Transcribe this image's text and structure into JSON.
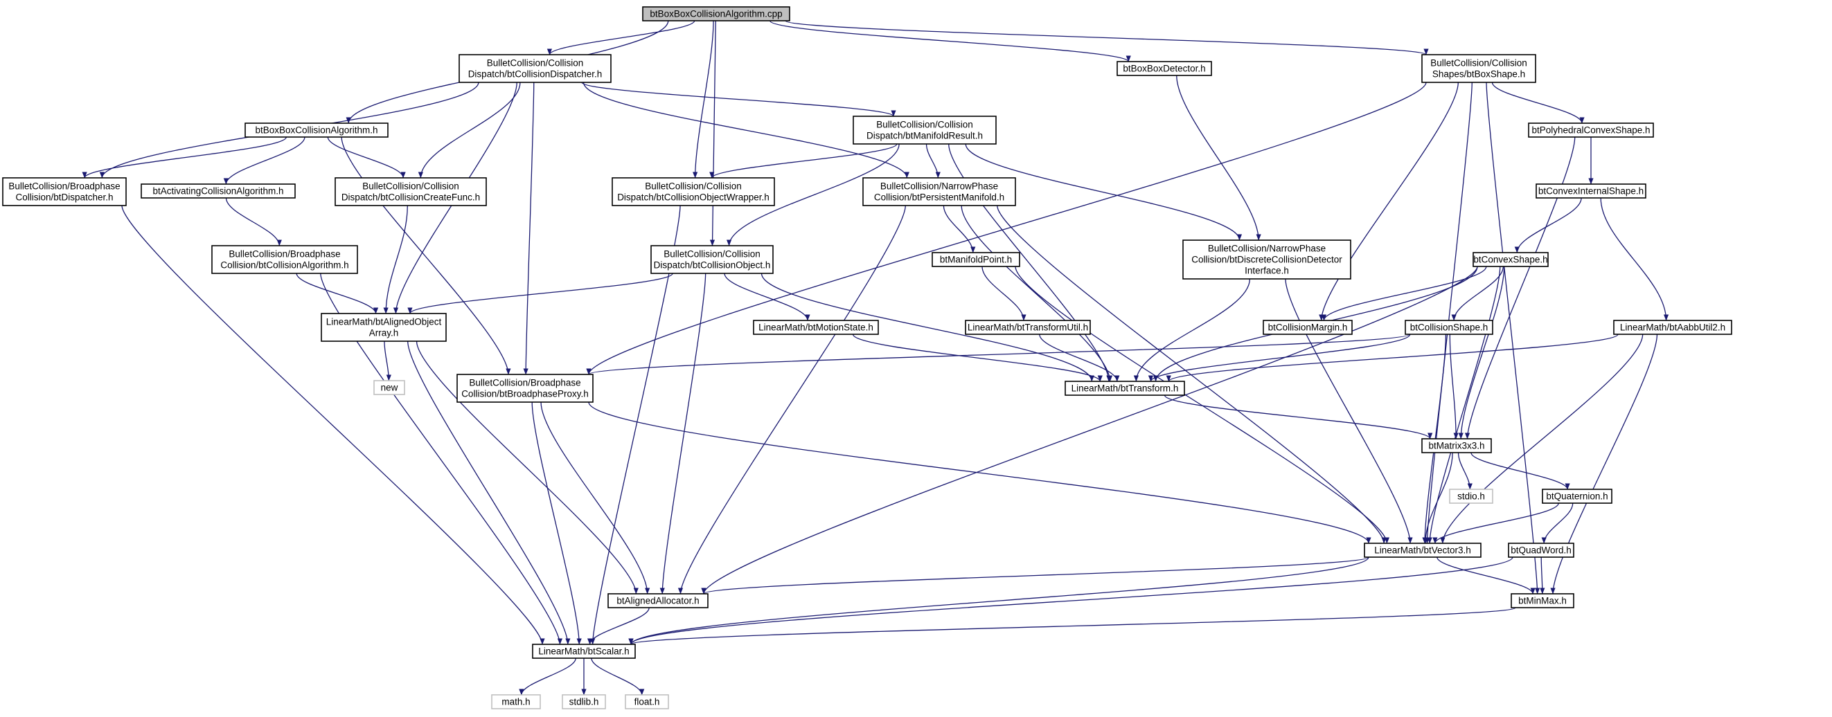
{
  "diagram_type": "include dependency graph",
  "colors": {
    "edge": "#191970",
    "node_border": "#000000",
    "system_header_border": "#bfbfbf",
    "root_fill": "#bfbfbf",
    "background": "#ffffff"
  },
  "nodes": [
    {
      "id": "root",
      "lines": [
        "btBoxBoxCollisionAlgorithm.cpp"
      ],
      "kind": "root"
    },
    {
      "id": "dispatcherH",
      "lines": [
        "BulletCollision/Collision",
        "Dispatch/btCollisionDispatcher.h"
      ]
    },
    {
      "id": "boxBoxDetector",
      "lines": [
        "btBoxBoxDetector.h"
      ]
    },
    {
      "id": "boxShape",
      "lines": [
        "BulletCollision/Collision",
        "Shapes/btBoxShape.h"
      ]
    },
    {
      "id": "boxBoxAlgH",
      "lines": [
        "btBoxBoxCollisionAlgorithm.h"
      ]
    },
    {
      "id": "manifoldResult",
      "lines": [
        "BulletCollision/Collision",
        "Dispatch/btManifoldResult.h"
      ]
    },
    {
      "id": "polyhedral",
      "lines": [
        "btPolyhedralConvexShape.h"
      ]
    },
    {
      "id": "bpDispatcher",
      "lines": [
        "BulletCollision/Broadphase",
        "Collision/btDispatcher.h"
      ]
    },
    {
      "id": "activating",
      "lines": [
        "btActivatingCollisionAlgorithm.h"
      ]
    },
    {
      "id": "createFunc",
      "lines": [
        "BulletCollision/Collision",
        "Dispatch/btCollisionCreateFunc.h"
      ]
    },
    {
      "id": "objWrapper",
      "lines": [
        "BulletCollision/Collision",
        "Dispatch/btCollisionObjectWrapper.h"
      ]
    },
    {
      "id": "persistentManifold",
      "lines": [
        "BulletCollision/NarrowPhase",
        "Collision/btPersistentManifold.h"
      ]
    },
    {
      "id": "convexInternal",
      "lines": [
        "btConvexInternalShape.h"
      ]
    },
    {
      "id": "collAlgorithm",
      "lines": [
        "BulletCollision/Broadphase",
        "Collision/btCollisionAlgorithm.h"
      ]
    },
    {
      "id": "collObject",
      "lines": [
        "BulletCollision/Collision",
        "Dispatch/btCollisionObject.h"
      ]
    },
    {
      "id": "manifoldPoint",
      "lines": [
        "btManifoldPoint.h"
      ]
    },
    {
      "id": "discreteDetector",
      "lines": [
        "BulletCollision/NarrowPhase",
        "Collision/btDiscreteCollisionDetector",
        "Interface.h"
      ]
    },
    {
      "id": "convexShape",
      "lines": [
        "btConvexShape.h"
      ]
    },
    {
      "id": "alignedArray",
      "lines": [
        "LinearMath/btAlignedObject",
        "Array.h"
      ]
    },
    {
      "id": "motionState",
      "lines": [
        "LinearMath/btMotionState.h"
      ]
    },
    {
      "id": "transformUtil",
      "lines": [
        "LinearMath/btTransformUtil.h"
      ]
    },
    {
      "id": "collMargin",
      "lines": [
        "btCollisionMargin.h"
      ]
    },
    {
      "id": "collShape",
      "lines": [
        "btCollisionShape.h"
      ]
    },
    {
      "id": "aabbUtil",
      "lines": [
        "LinearMath/btAabbUtil2.h"
      ]
    },
    {
      "id": "newH",
      "lines": [
        "new"
      ],
      "kind": "sys"
    },
    {
      "id": "bpProxy",
      "lines": [
        "BulletCollision/Broadphase",
        "Collision/btBroadphaseProxy.h"
      ]
    },
    {
      "id": "transform",
      "lines": [
        "LinearMath/btTransform.h"
      ]
    },
    {
      "id": "matrix3x3",
      "lines": [
        "btMatrix3x3.h"
      ]
    },
    {
      "id": "stdio",
      "lines": [
        "stdio.h"
      ],
      "kind": "sys"
    },
    {
      "id": "quaternion",
      "lines": [
        "btQuaternion.h"
      ]
    },
    {
      "id": "vector3",
      "lines": [
        "LinearMath/btVector3.h"
      ]
    },
    {
      "id": "quadWord",
      "lines": [
        "btQuadWord.h"
      ]
    },
    {
      "id": "alignedAllocator",
      "lines": [
        "btAlignedAllocator.h"
      ]
    },
    {
      "id": "minMax",
      "lines": [
        "btMinMax.h"
      ]
    },
    {
      "id": "scalar",
      "lines": [
        "LinearMath/btScalar.h"
      ]
    },
    {
      "id": "mathH",
      "lines": [
        "math.h"
      ],
      "kind": "sys"
    },
    {
      "id": "stdlib",
      "lines": [
        "stdlib.h"
      ],
      "kind": "sys"
    },
    {
      "id": "floatH",
      "lines": [
        "float.h"
      ],
      "kind": "sys"
    }
  ],
  "edges": [
    [
      "root",
      "dispatcherH"
    ],
    [
      "root",
      "boxBoxDetector"
    ],
    [
      "root",
      "boxShape"
    ],
    [
      "root",
      "boxBoxAlgH"
    ],
    [
      "root",
      "objWrapper"
    ],
    [
      "root",
      "collObject"
    ],
    [
      "dispatcherH",
      "bpDispatcher"
    ],
    [
      "dispatcherH",
      "createFunc"
    ],
    [
      "dispatcherH",
      "alignedArray"
    ],
    [
      "dispatcherH",
      "bpProxy"
    ],
    [
      "dispatcherH",
      "manifoldResult"
    ],
    [
      "dispatcherH",
      "persistentManifold"
    ],
    [
      "boxBoxAlgH",
      "bpDispatcher"
    ],
    [
      "boxBoxAlgH",
      "activating"
    ],
    [
      "boxBoxAlgH",
      "createFunc"
    ],
    [
      "boxBoxAlgH",
      "bpProxy"
    ],
    [
      "bpDispatcher",
      "scalar"
    ],
    [
      "activating",
      "collAlgorithm"
    ],
    [
      "collAlgorithm",
      "alignedArray"
    ],
    [
      "collAlgorithm",
      "scalar"
    ],
    [
      "createFunc",
      "alignedArray"
    ],
    [
      "objWrapper",
      "scalar"
    ],
    [
      "manifoldResult",
      "objWrapper"
    ],
    [
      "manifoldResult",
      "persistentManifold"
    ],
    [
      "manifoldResult",
      "collObject"
    ],
    [
      "manifoldResult",
      "discreteDetector"
    ],
    [
      "manifoldResult",
      "transform"
    ],
    [
      "persistentManifold",
      "manifoldPoint"
    ],
    [
      "persistentManifold",
      "transform"
    ],
    [
      "persistentManifold",
      "vector3"
    ],
    [
      "persistentManifold",
      "alignedAllocator"
    ],
    [
      "collObject",
      "alignedArray"
    ],
    [
      "collObject",
      "motionState"
    ],
    [
      "collObject",
      "alignedAllocator"
    ],
    [
      "collObject",
      "transform"
    ],
    [
      "manifoldPoint",
      "transformUtil"
    ],
    [
      "manifoldPoint",
      "vector3"
    ],
    [
      "transformUtil",
      "transform"
    ],
    [
      "motionState",
      "transform"
    ],
    [
      "boxBoxDetector",
      "discreteDetector"
    ],
    [
      "discreteDetector",
      "transform"
    ],
    [
      "discreteDetector",
      "vector3"
    ],
    [
      "boxShape",
      "bpProxy"
    ],
    [
      "boxShape",
      "collMargin"
    ],
    [
      "boxShape",
      "polyhedral"
    ],
    [
      "boxShape",
      "vector3"
    ],
    [
      "boxShape",
      "minMax"
    ],
    [
      "polyhedral",
      "convexInternal"
    ],
    [
      "polyhedral",
      "matrix3x3"
    ],
    [
      "convexInternal",
      "convexShape"
    ],
    [
      "convexInternal",
      "aabbUtil"
    ],
    [
      "convexShape",
      "collShape"
    ],
    [
      "convexShape",
      "collMargin"
    ],
    [
      "convexShape",
      "transform"
    ],
    [
      "convexShape",
      "matrix3x3"
    ],
    [
      "convexShape",
      "vector3"
    ],
    [
      "convexShape",
      "alignedAllocator"
    ],
    [
      "collShape",
      "transform"
    ],
    [
      "collShape",
      "bpProxy"
    ],
    [
      "collShape",
      "matrix3x3"
    ],
    [
      "collShape",
      "vector3"
    ],
    [
      "aabbUtil",
      "transform"
    ],
    [
      "aabbUtil",
      "vector3"
    ],
    [
      "aabbUtil",
      "minMax"
    ],
    [
      "alignedArray",
      "newH"
    ],
    [
      "alignedArray",
      "alignedAllocator"
    ],
    [
      "alignedArray",
      "scalar"
    ],
    [
      "bpProxy",
      "vector3"
    ],
    [
      "bpProxy",
      "alignedAllocator"
    ],
    [
      "bpProxy",
      "scalar"
    ],
    [
      "transform",
      "matrix3x3"
    ],
    [
      "matrix3x3",
      "stdio"
    ],
    [
      "matrix3x3",
      "quaternion"
    ],
    [
      "matrix3x3",
      "vector3"
    ],
    [
      "quaternion",
      "quadWord"
    ],
    [
      "quaternion",
      "vector3"
    ],
    [
      "quadWord",
      "minMax"
    ],
    [
      "quadWord",
      "scalar"
    ],
    [
      "vector3",
      "alignedAllocator"
    ],
    [
      "vector3",
      "minMax"
    ],
    [
      "vector3",
      "scalar"
    ],
    [
      "alignedAllocator",
      "scalar"
    ],
    [
      "minMax",
      "scalar"
    ],
    [
      "scalar",
      "mathH"
    ],
    [
      "scalar",
      "stdlib"
    ],
    [
      "scalar",
      "floatH"
    ]
  ]
}
